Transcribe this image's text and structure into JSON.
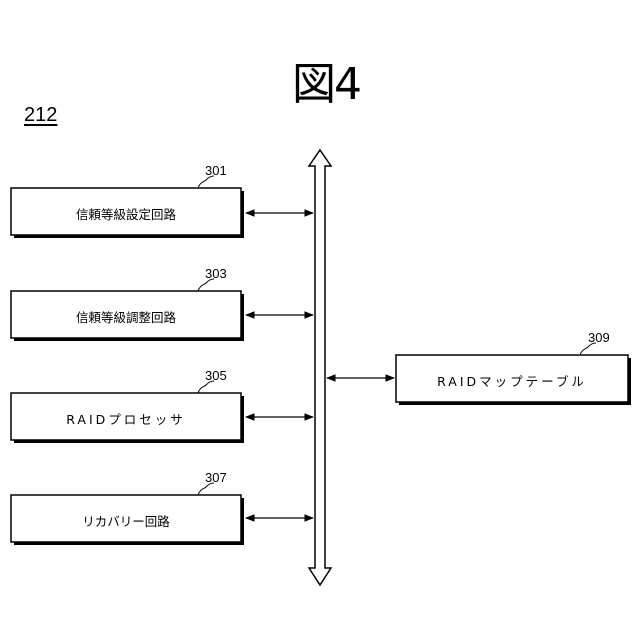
{
  "figure": {
    "title": "図4",
    "reference": "212"
  },
  "blocks": [
    {
      "ref": "301",
      "label": "信頼等級設定回路"
    },
    {
      "ref": "303",
      "label": "信頼等級調整回路"
    },
    {
      "ref": "305",
      "label": "RAIDプロセッサ"
    },
    {
      "ref": "307",
      "label": "リカバリー回路"
    },
    {
      "ref": "309",
      "label": "RAIDマップテーブル"
    }
  ]
}
